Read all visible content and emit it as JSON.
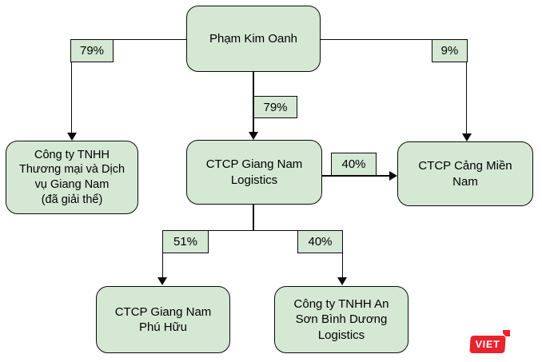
{
  "diagram": {
    "type": "org-ownership-flowchart",
    "nodes": [
      {
        "id": "pham-kim-oanh",
        "label": "Phạm Kim Oanh"
      },
      {
        "id": "giang-nam-trading-service",
        "label": [
          "Công ty TNHH",
          "Thương mại và Dịch",
          "vụ Giang Nam",
          "(đã giải thể)"
        ]
      },
      {
        "id": "giang-nam-logistics",
        "label": [
          "CTCP Giang Nam",
          "Logistics"
        ]
      },
      {
        "id": "cang-mien-nam",
        "label": [
          "CTCP Cảng Miền",
          "Nam"
        ]
      },
      {
        "id": "giang-nam-phu-huu",
        "label": [
          "CTCP Giang Nam",
          "Phú Hữu"
        ]
      },
      {
        "id": "an-son-binh-duong-logistics",
        "label": [
          "Công ty TNHH An",
          "Sơn Bình Dương",
          "Logistics"
        ]
      }
    ],
    "edges": [
      {
        "from": "Phạm Kim Oanh",
        "to": "Công ty TNHH Thương mại và Dịch vụ Giang Nam (đã giải thể)",
        "label": "79%"
      },
      {
        "from": "Phạm Kim Oanh",
        "to": "CTCP Giang Nam Logistics",
        "label": "79%"
      },
      {
        "from": "Phạm Kim Oanh",
        "to": "CTCP Cảng Miền Nam",
        "label": "9%"
      },
      {
        "from": "CTCP Giang Nam Logistics",
        "to": "CTCP Cảng Miền Nam",
        "label": "40%"
      },
      {
        "from": "CTCP Giang Nam Logistics",
        "to": "CTCP Giang Nam Phú Hữu",
        "label": "51%"
      },
      {
        "from": "CTCP Giang Nam Logistics",
        "to": "Công ty TNHH An Sơn Bình Dương Logistics",
        "label": "40%"
      }
    ],
    "colors": {
      "node_fill": "#d5e8d4",
      "node_border": "#0a0a0a",
      "connector": "#0a0a0a",
      "background": "#ffffff"
    }
  },
  "watermark": {
    "text": "VIET",
    "background_color": "#e8232c",
    "text_color": "#ffffff"
  }
}
